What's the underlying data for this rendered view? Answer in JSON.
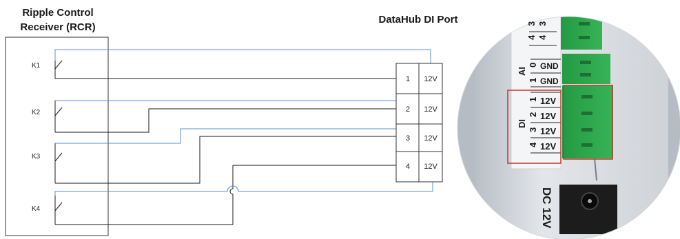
{
  "rcr": {
    "title_line1": "Ripple Control",
    "title_line2": "Receiver (RCR)",
    "relays": [
      "K1",
      "K2",
      "K3",
      "K4"
    ]
  },
  "datahub": {
    "title": "DataHub DI Port",
    "ports": [
      {
        "num": "1",
        "voltage": "12V"
      },
      {
        "num": "2",
        "voltage": "12V"
      },
      {
        "num": "3",
        "voltage": "12V"
      },
      {
        "num": "4",
        "voltage": "12V"
      }
    ]
  },
  "photo": {
    "top_numbers": [
      "3",
      "4"
    ],
    "top_numbers_right": [
      "3",
      "4"
    ],
    "ai_label": "AI",
    "ai_rows": [
      {
        "num": "0",
        "label": "GND"
      },
      {
        "num": "1",
        "label": "GND"
      }
    ],
    "di_label": "DI",
    "di_rows": [
      {
        "num": "1",
        "label": "12V"
      },
      {
        "num": "2",
        "label": "12V"
      },
      {
        "num": "3",
        "label": "12V"
      },
      {
        "num": "4",
        "label": "12V"
      }
    ],
    "dc_label": "DC 12V"
  },
  "colors": {
    "wire_black": "#1a1a1a",
    "wire_blue": "#5b8ed6",
    "highlight_red": "#c0392b",
    "terminal_green": "#2fa84f"
  }
}
